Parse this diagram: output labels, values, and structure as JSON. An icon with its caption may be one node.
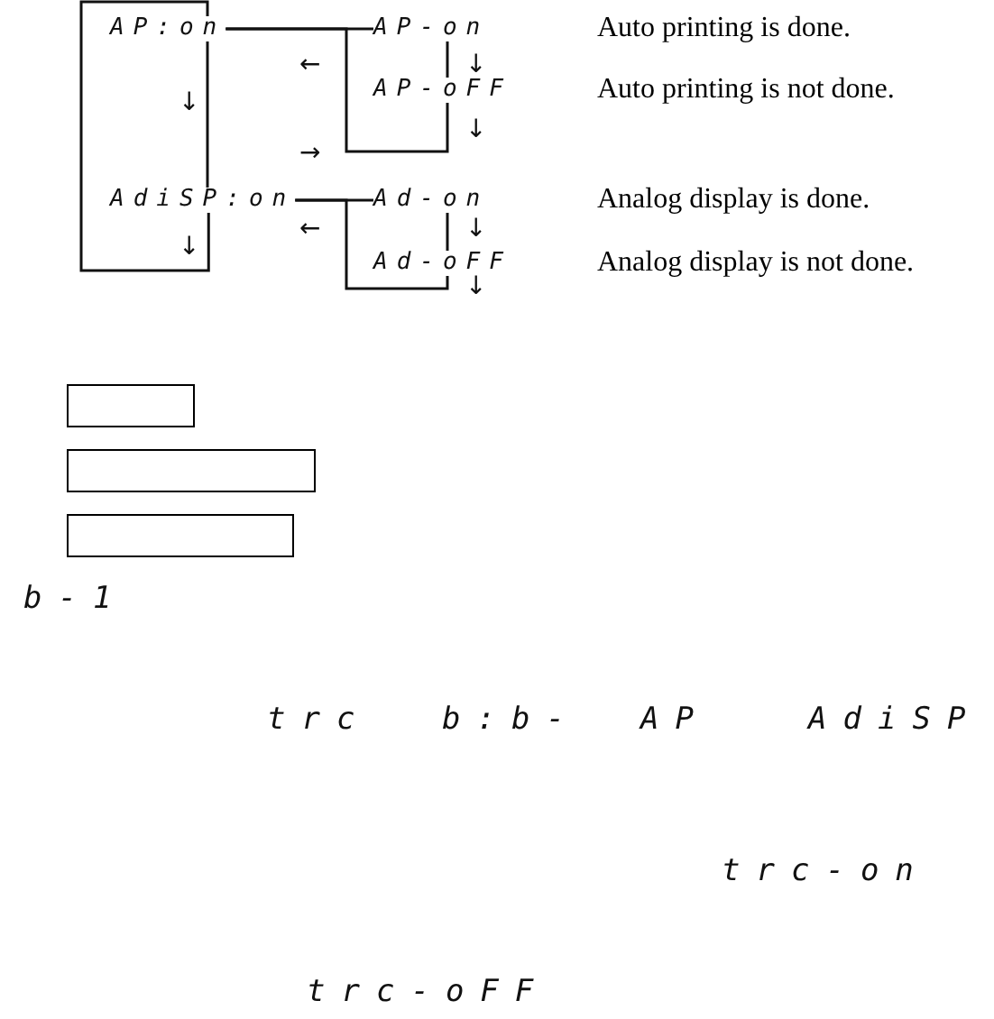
{
  "diagram": {
    "nodes": [
      {
        "text": [
          "AP:on"
        ]
      },
      {
        "text": [
          "AP-on"
        ]
      },
      {
        "text": [
          "AP-oFF"
        ]
      },
      {
        "text": [
          "AdiSP:on"
        ]
      },
      {
        "text": [
          "Ad-on"
        ]
      },
      {
        "text": [
          "Ad-oFF"
        ]
      },
      {
        "text": [],
        "shape": "box"
      },
      {
        "text": [],
        "shape": "box"
      },
      {
        "text": [],
        "shape": "box"
      }
    ],
    "edges": [
      {
        "from": 0,
        "to": 1,
        "arrow": "none"
      },
      {
        "from": 1,
        "to": 2,
        "arrow": "none"
      },
      {
        "from": 2,
        "to": 0,
        "arrow": "none"
      },
      {
        "from": 0,
        "to": 3,
        "arrow": "none"
      },
      {
        "from": 3,
        "to": 4,
        "arrow": "none"
      },
      {
        "from": 4,
        "to": 5,
        "arrow": "none"
      },
      {
        "from": 5,
        "to": 3,
        "arrow": "none"
      },
      {
        "from": 3,
        "to": 0,
        "arrow": "none"
      }
    ],
    "labels": [
      "Auto printing is done.",
      "←",
      "↓",
      "Auto printing is not done.",
      "↓",
      "↓",
      "→",
      "Analog display is done.",
      "←",
      "↓",
      "Analog display is not done.",
      "↓",
      "↓",
      "b-1",
      "trc",
      "b:b-",
      "AP",
      "AdiSP",
      "trc-on",
      "trc-oFF"
    ]
  }
}
